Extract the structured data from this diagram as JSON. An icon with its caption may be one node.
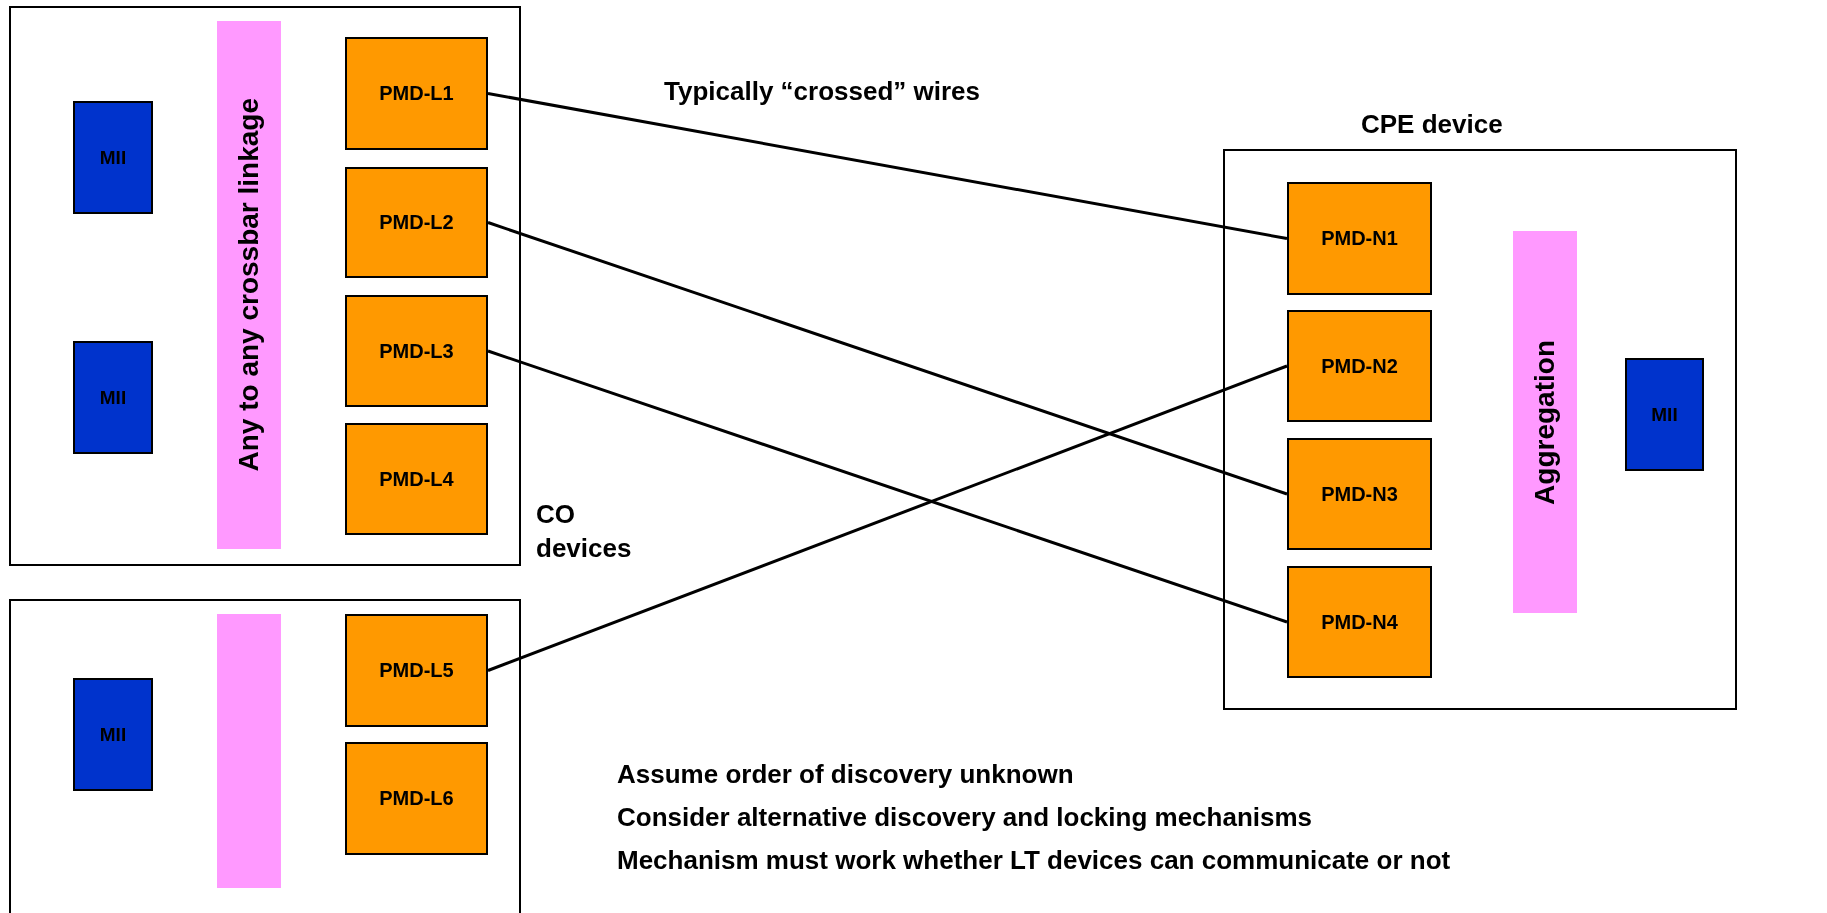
{
  "diagram": {
    "nodes": [
      {
        "text": [],
        "shape": "box"
      },
      {
        "text": [
          "MII"
        ],
        "in": 0
      },
      {
        "text": [
          "MII"
        ],
        "in": 0
      },
      {
        "text": [
          "Any to any crossbar linkage"
        ],
        "in": 0
      },
      {
        "text": [
          "PMD-L1"
        ],
        "in": 0
      },
      {
        "text": [
          "PMD-L2"
        ],
        "in": 0
      },
      {
        "text": [
          "PMD-L3"
        ],
        "in": 0
      },
      {
        "text": [
          "PMD-L4"
        ],
        "in": 0
      },
      {
        "text": [],
        "shape": "box"
      },
      {
        "text": [
          "MII"
        ],
        "in": 8
      },
      {
        "text": [],
        "shape": "bar",
        "in": 8
      },
      {
        "text": [
          "PMD-L5"
        ],
        "in": 8
      },
      {
        "text": [
          "PMD-L6"
        ],
        "in": 8
      },
      {
        "text": [
          "CPE device"
        ]
      },
      {
        "text": [
          "PMD-N1"
        ],
        "in": 13
      },
      {
        "text": [
          "PMD-N2"
        ],
        "in": 13
      },
      {
        "text": [
          "PMD-N3"
        ],
        "in": 13
      },
      {
        "text": [
          "PMD-N4"
        ],
        "in": 13
      },
      {
        "text": [
          "Aggregation"
        ],
        "in": 13
      },
      {
        "text": [
          "MII"
        ],
        "in": 13
      }
    ],
    "edges": [
      {
        "from": 4,
        "to": 14,
        "arrow": "none"
      },
      {
        "from": 5,
        "to": 16,
        "arrow": "none"
      },
      {
        "from": 6,
        "to": 17,
        "arrow": "none"
      },
      {
        "from": 11,
        "to": 15,
        "arrow": "none"
      }
    ],
    "labels": [
      "Typically “crossed” wires",
      "CO devices",
      "Assume order of discovery unknown",
      "Consider alternative discovery and locking mechanisms",
      "Mechanism must work whether LT devices can communicate or not"
    ]
  }
}
